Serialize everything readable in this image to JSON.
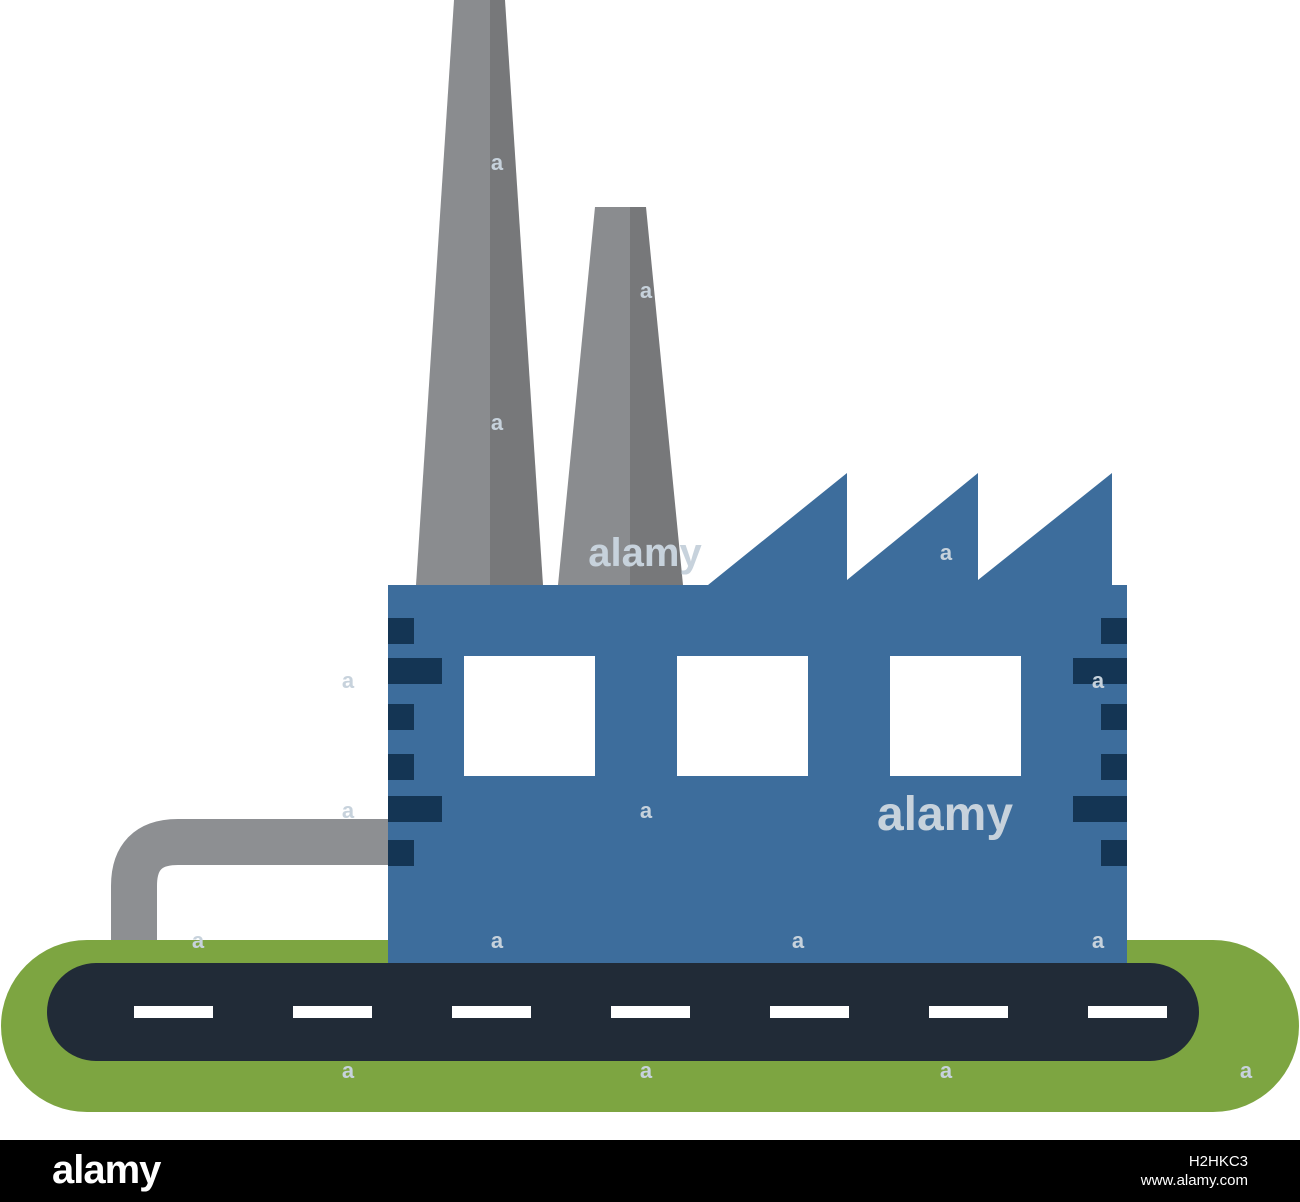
{
  "scene": {
    "subject": "factory-illustration",
    "colors": {
      "background": "#ffffff",
      "chimney_light": "#8a8c8f",
      "chimney_dark": "#77787a",
      "pipe": "#8d8f92",
      "building": "#3d6d9c",
      "building_trim": "#143554",
      "window": "#ffffff",
      "grass": "#7da541",
      "road": "#212b37",
      "lane_marking": "#ffffff"
    },
    "windows_count": 3,
    "lane_markings_count": 7
  },
  "watermark": {
    "text": "alamy",
    "letter": "a",
    "color": "#c7d2dc"
  },
  "footer": {
    "brand": "alamy",
    "image_id": "H2HKC3",
    "site": "www.alamy.com",
    "background": "#000000",
    "text_color": "#ffffff"
  }
}
